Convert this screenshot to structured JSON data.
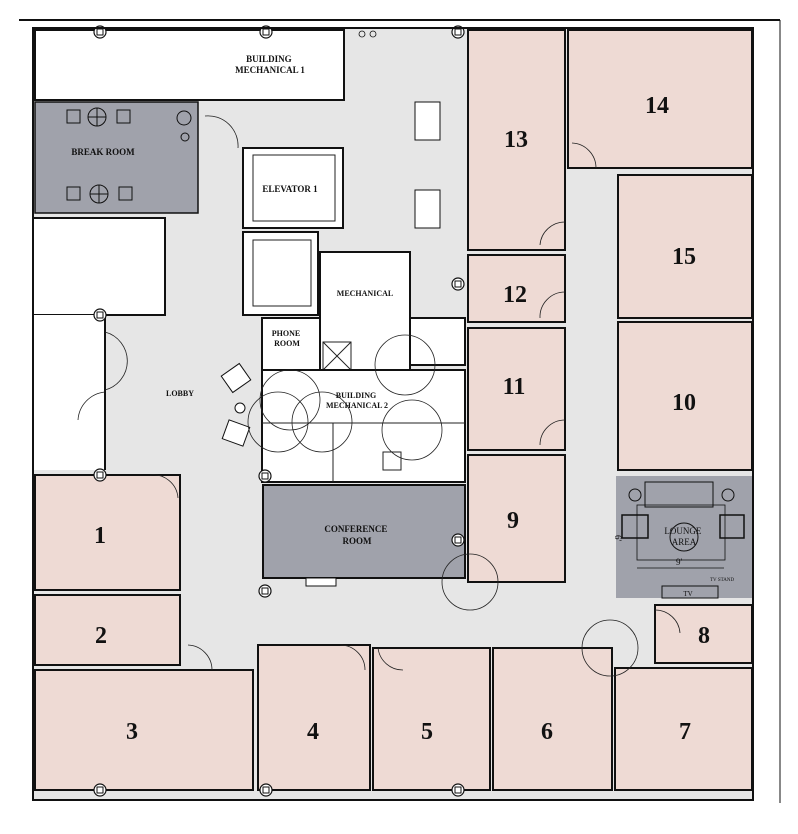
{
  "floor_plan": {
    "colors": {
      "office": "#eedad4",
      "corridor": "#e6e6e6",
      "shared_room": "#a0a2ab",
      "service": "#ffffff",
      "walls": "#111111"
    },
    "offices": [
      "1",
      "2",
      "3",
      "4",
      "5",
      "6",
      "7",
      "8",
      "9",
      "10",
      "11",
      "12",
      "13",
      "14",
      "15"
    ],
    "rooms": {
      "building_mechanical_1": [
        "BUILDING",
        "MECHANICAL 1"
      ],
      "break_room": "BREAK ROOM",
      "elevator_1": "ELEVATOR 1",
      "mechanical": "MECHANICAL",
      "phone_room": [
        "PHONE",
        "ROOM"
      ],
      "lobby": "LOBBY",
      "building_mechanical_2": [
        "BUILDING",
        "MECHANICAL 2"
      ],
      "conference_room": [
        "CONFERENCE",
        "ROOM"
      ],
      "lounge_area": [
        "LOUNGE",
        "AREA"
      ]
    },
    "lounge": {
      "dim_width": "9'",
      "dim_depth": "6'",
      "tv_stand": "TV STAND",
      "tv": "TV"
    }
  }
}
